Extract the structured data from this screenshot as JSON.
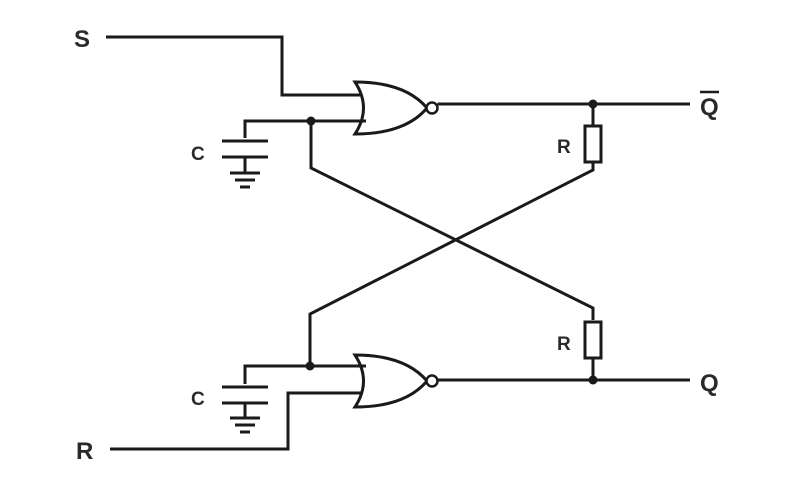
{
  "labels": {
    "set_input": "S",
    "reset_input": "R",
    "q_bar_output": "Q",
    "q_output": "Q",
    "capacitor_top": "C",
    "capacitor_bottom": "C",
    "resistor_top": "R",
    "resistor_bottom": "R"
  },
  "colors": {
    "line": "#1a1a1a",
    "background": "#ffffff"
  }
}
